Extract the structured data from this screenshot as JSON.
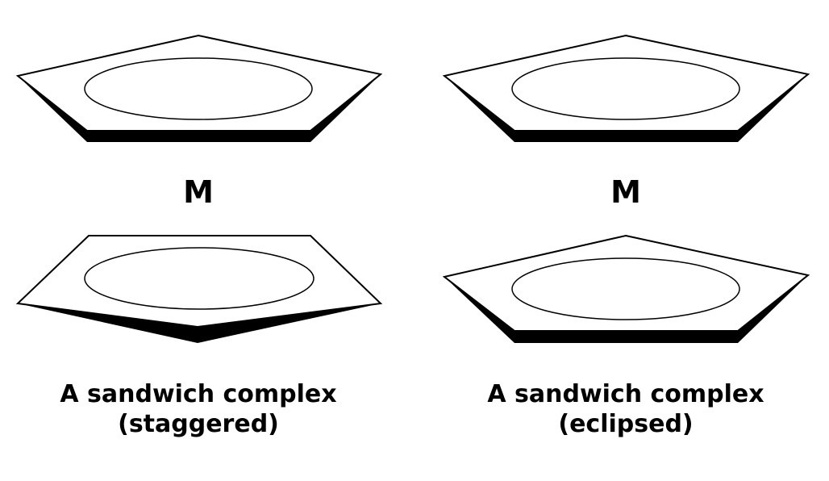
{
  "metal_label": "M",
  "left": {
    "caption_line1": "A sandwich complex",
    "caption_line2": "(staggered)"
  },
  "right": {
    "caption_line1": "A sandwich complex",
    "caption_line2": "(eclipsed)"
  },
  "colors": {
    "stroke": "#000000",
    "fill": "#ffffff"
  }
}
